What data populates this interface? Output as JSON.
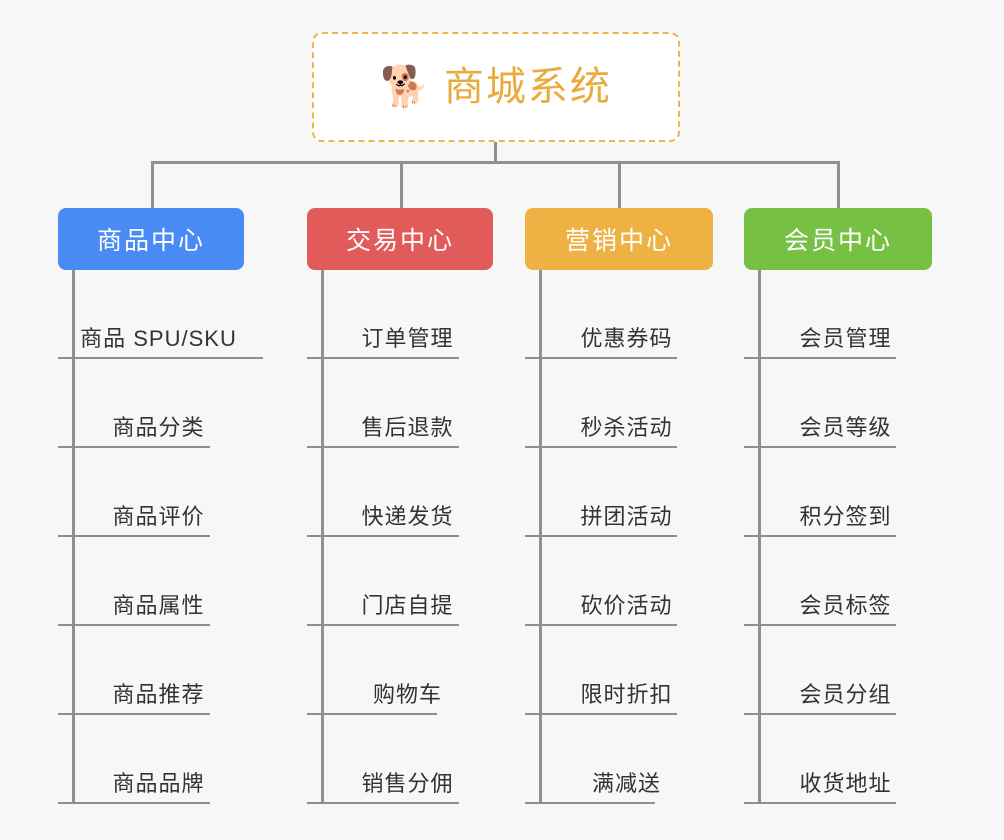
{
  "diagram": {
    "title": "商城系统 functional architecture tree",
    "background_color": "#f7f7f7",
    "connector_color": "#909090"
  },
  "root": {
    "emoji": "🐕",
    "emoji_name": "shiba-inu-dog-face",
    "label": "商城系统",
    "text_color": "#e8ab3c",
    "border_color": "#efb54a"
  },
  "columns": [
    {
      "key": "product",
      "label": "商品中心",
      "color": "#4a8af4",
      "items": [
        {
          "label": "商品 SPU/SKU"
        },
        {
          "label": "商品分类"
        },
        {
          "label": "商品评价"
        },
        {
          "label": "商品属性"
        },
        {
          "label": "商品推荐"
        },
        {
          "label": "商品品牌"
        }
      ]
    },
    {
      "key": "trade",
      "label": "交易中心",
      "color": "#e25b5b",
      "items": [
        {
          "label": "订单管理"
        },
        {
          "label": "售后退款"
        },
        {
          "label": "快递发货"
        },
        {
          "label": "门店自提"
        },
        {
          "label": "购物车"
        },
        {
          "label": "销售分佣"
        }
      ]
    },
    {
      "key": "marketing",
      "label": "营销中心",
      "color": "#eeb244",
      "items": [
        {
          "label": "优惠券码"
        },
        {
          "label": "秒杀活动"
        },
        {
          "label": "拼团活动"
        },
        {
          "label": "砍价活动"
        },
        {
          "label": "限时折扣"
        },
        {
          "label": "满减送"
        }
      ]
    },
    {
      "key": "member",
      "label": "会员中心",
      "color": "#76c143",
      "items": [
        {
          "label": "会员管理"
        },
        {
          "label": "会员等级"
        },
        {
          "label": "积分签到"
        },
        {
          "label": "会员标签"
        },
        {
          "label": "会员分组"
        },
        {
          "label": "收货地址"
        }
      ]
    }
  ]
}
